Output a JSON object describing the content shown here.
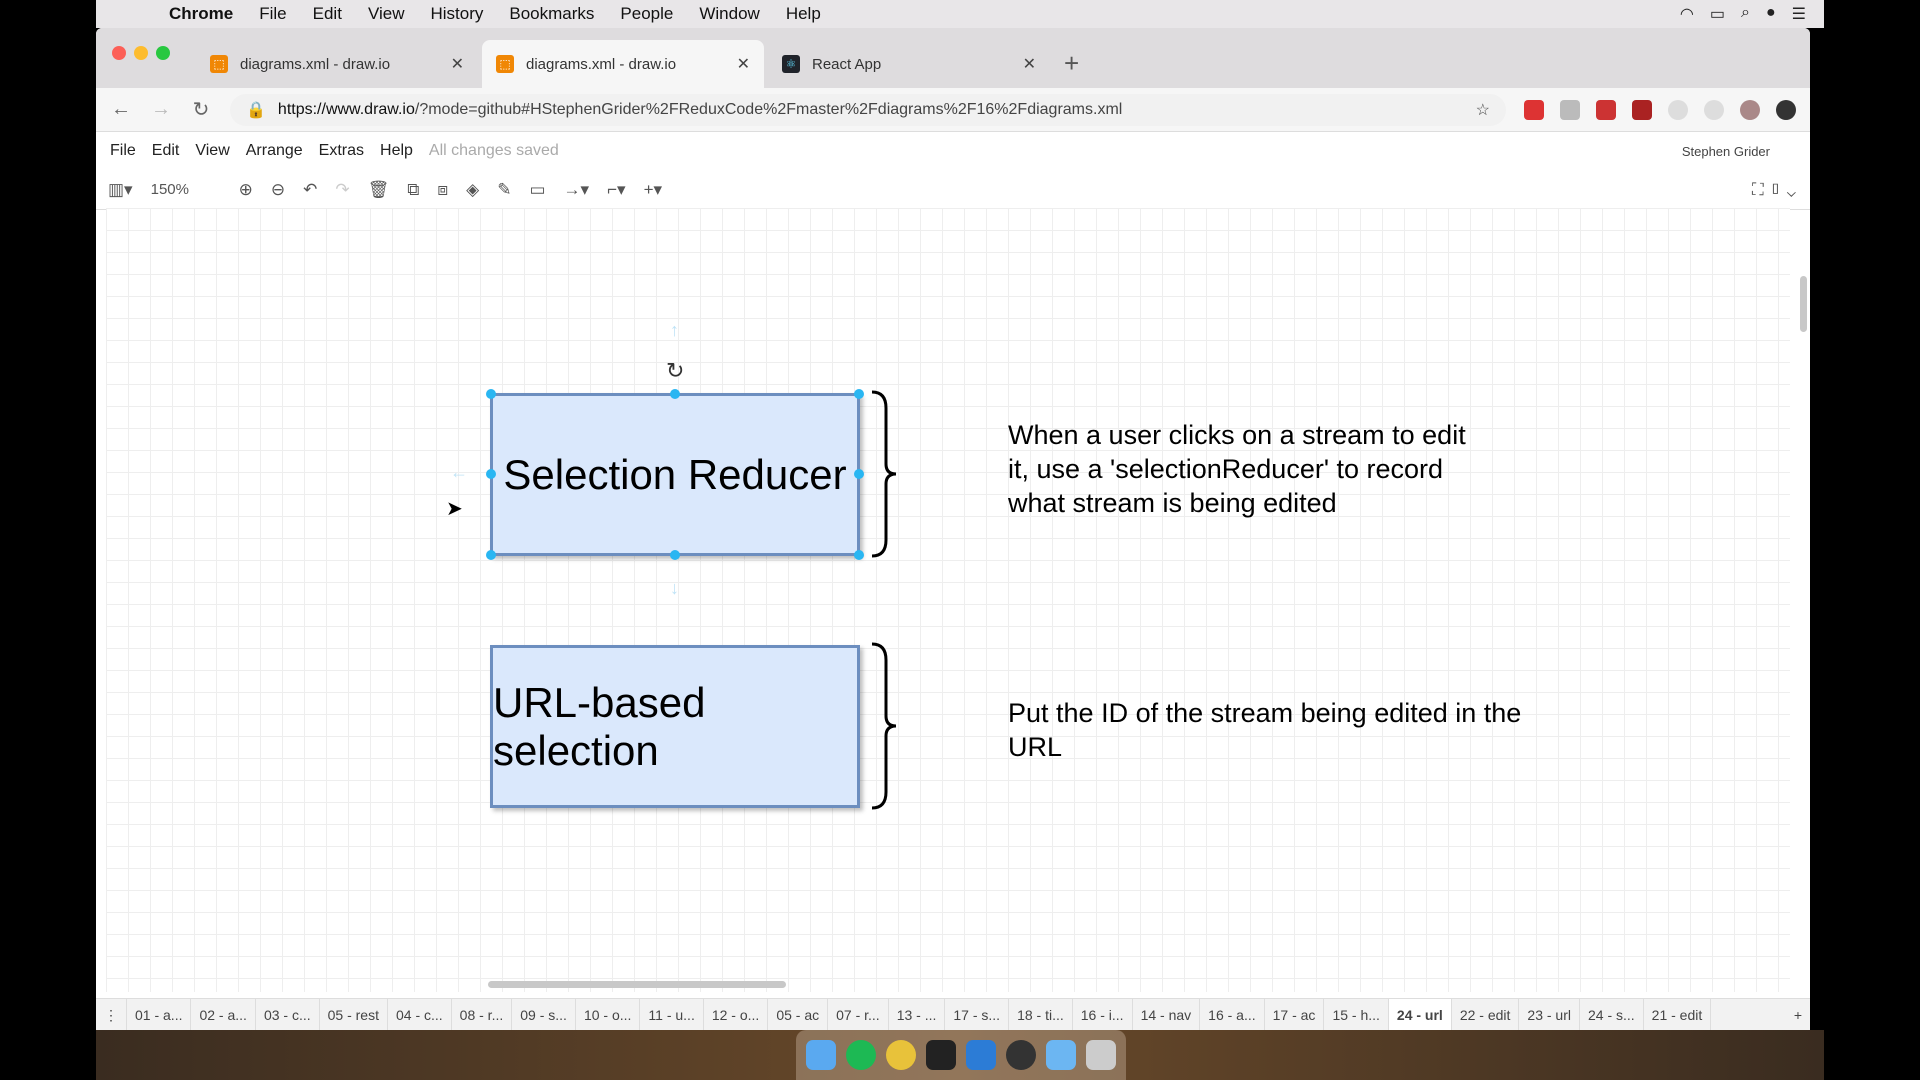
{
  "mac_menu": {
    "items": [
      "Chrome",
      "File",
      "Edit",
      "View",
      "History",
      "Bookmarks",
      "People",
      "Window",
      "Help"
    ]
  },
  "tabs": [
    {
      "title": "diagrams.xml - draw.io"
    },
    {
      "title": "diagrams.xml - draw.io"
    },
    {
      "title": "React App"
    }
  ],
  "address": {
    "host": "https://www.draw.io",
    "path": "/?mode=github#HStephenGrider%2FReduxCode%2Fmaster%2Fdiagrams%2F16%2Fdiagrams.xml"
  },
  "drawio_menu": {
    "items": [
      "File",
      "Edit",
      "View",
      "Arrange",
      "Extras",
      "Help"
    ],
    "status": "All changes saved",
    "user": "Stephen Grider"
  },
  "toolbar": {
    "zoom": "150%"
  },
  "diagram": {
    "box1_label": "Selection Reducer",
    "box2_label": "URL-based selection",
    "desc1": "When a user clicks on a stream to edit it, use a 'selectionReducer' to record what stream is being edited",
    "desc2": "Put the ID of the stream being edited in the URL"
  },
  "pages": [
    "01 - a...",
    "02 - a...",
    "03 - c...",
    "05 - rest",
    "04 - c...",
    "08 - r...",
    "09 - s...",
    "10 - o...",
    "11 - u...",
    "12 - o...",
    "05 - ac",
    "07 - r...",
    "13 - ...",
    "17 - s...",
    "18 - ti...",
    "16 - i...",
    "14 - nav",
    "16 - a...",
    "17 - ac",
    "15 - h...",
    "24 - url",
    "22 - edit",
    "23 - url",
    "24 - s...",
    "21 - edit"
  ],
  "active_page": "24 - url"
}
